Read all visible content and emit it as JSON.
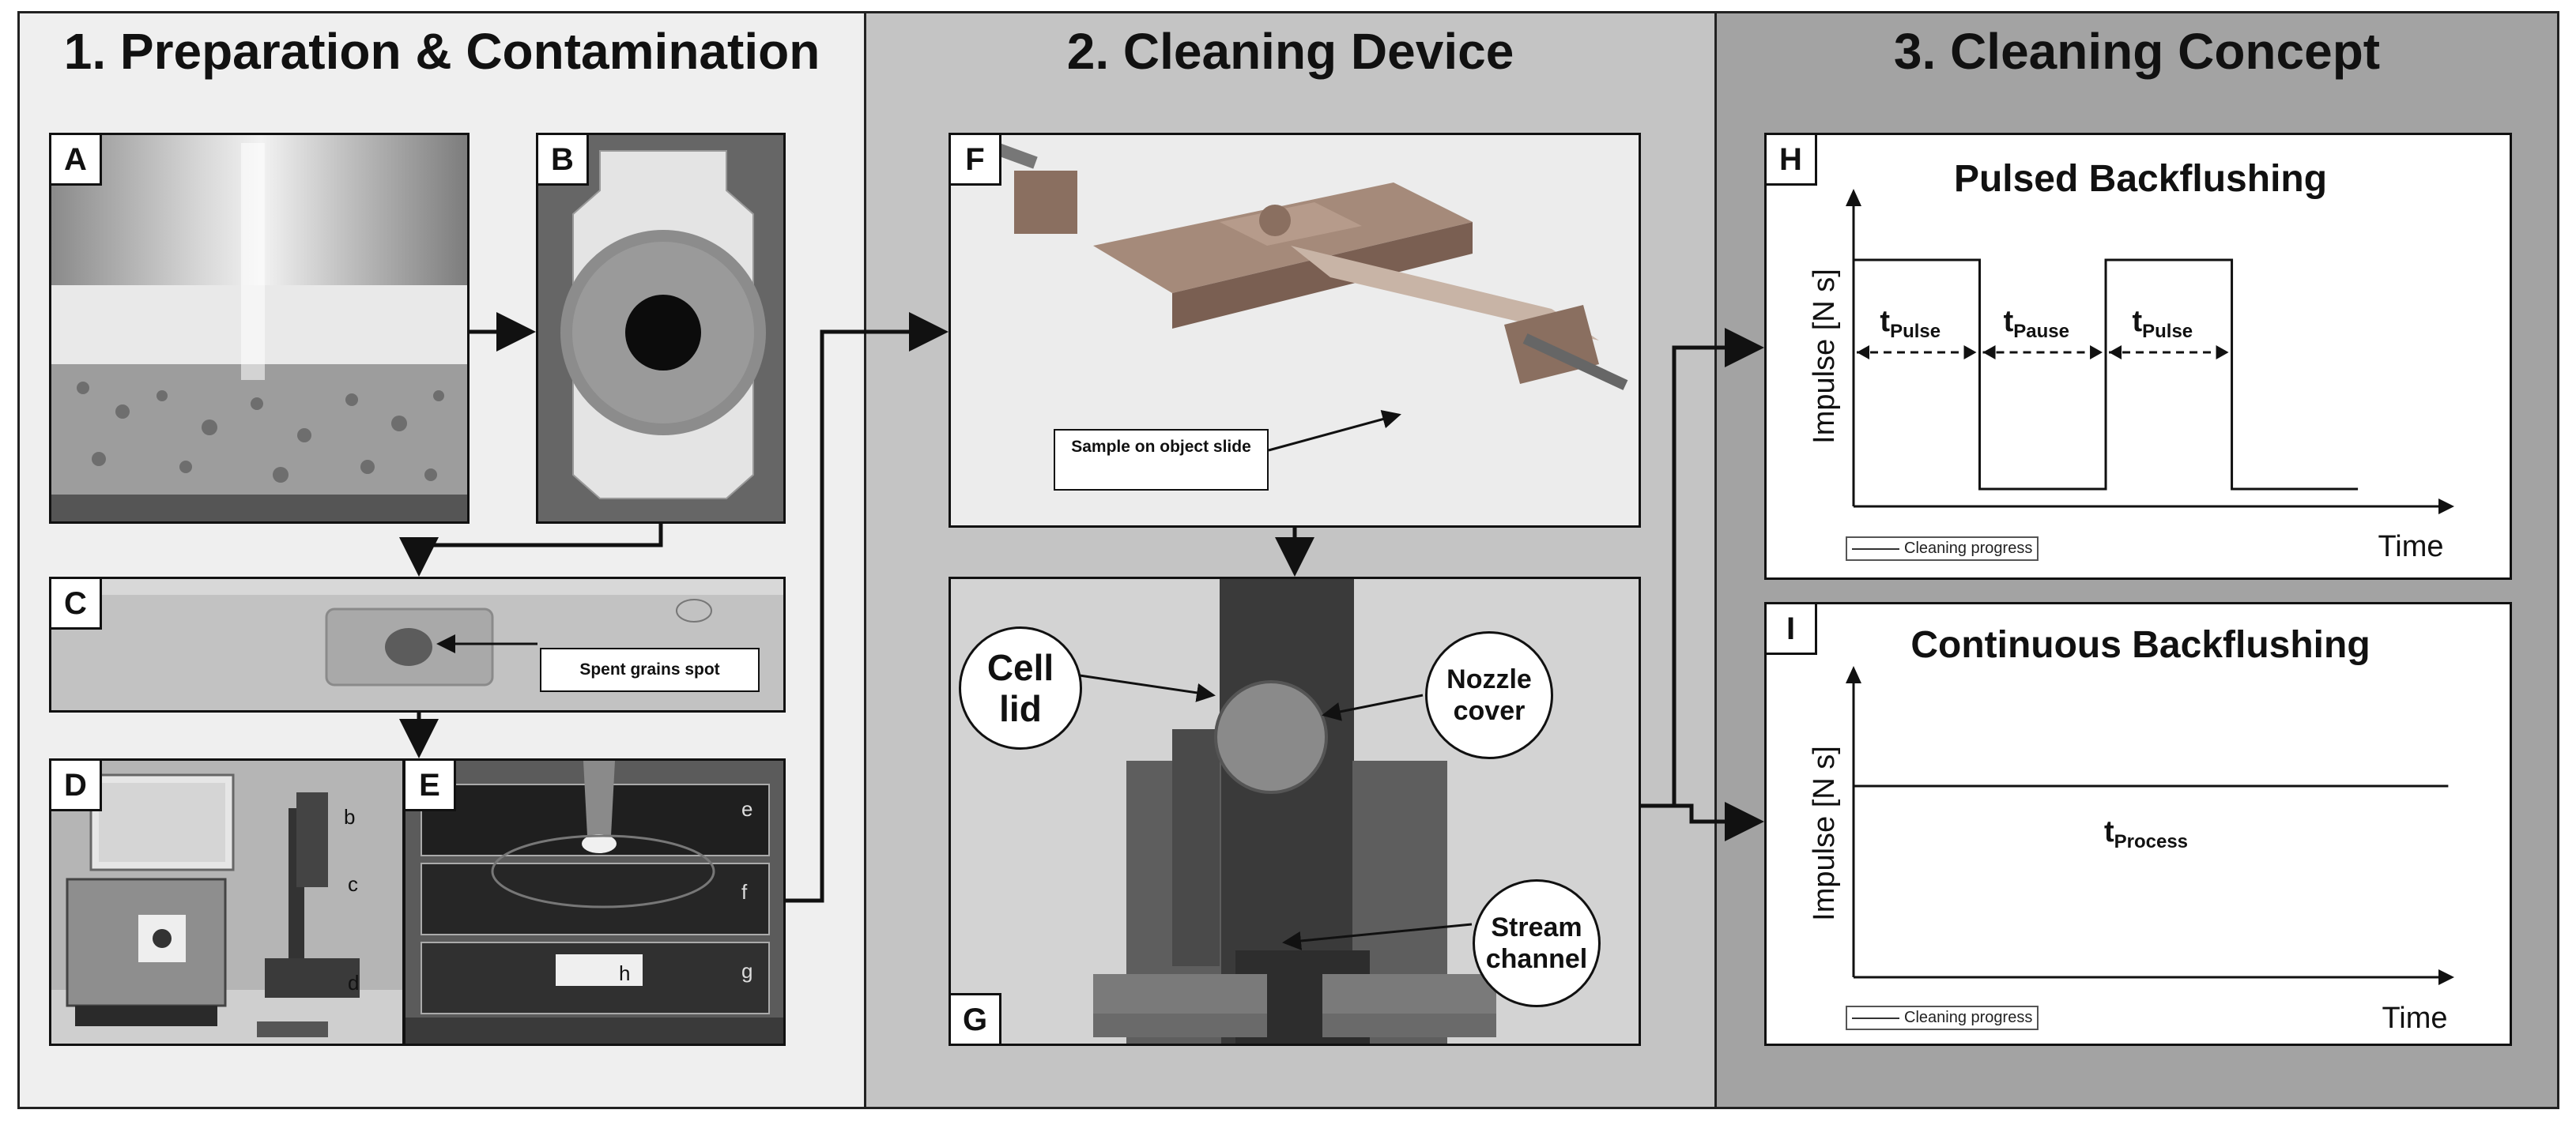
{
  "columns": [
    {
      "title": "1. Preparation & Contamination",
      "bg": "#efefef"
    },
    {
      "title": "2. Cleaning Device",
      "bg": "#c4c4c4"
    },
    {
      "title": "3. Cleaning Concept",
      "bg": "#a3a3a3"
    }
  ],
  "panels": {
    "A": "A",
    "B": "B",
    "C": "C",
    "D": "D",
    "E": "E",
    "F": "F",
    "G": "G",
    "H": "H",
    "I": "I"
  },
  "annotations": {
    "spent_grains": "Spent grains spot",
    "sample_slide": "Sample on object slide",
    "cell_lid": "Cell lid",
    "nozzle_cover": "Nozzle cover",
    "stream_channel": "Stream channel",
    "photo_labels": [
      "b",
      "c",
      "d",
      "e",
      "f",
      "g",
      "h"
    ]
  },
  "chart_data": [
    {
      "type": "line",
      "title": "Pulsed Backflushing",
      "ylabel": "Impulse [N s]",
      "xlabel": "Time",
      "legend": "Cleaning progress",
      "interval_labels": [
        {
          "main": "t",
          "sub": "Pulse"
        },
        {
          "main": "t",
          "sub": "Pause"
        },
        {
          "main": "t",
          "sub": "Pulse"
        }
      ],
      "x": [
        0,
        0,
        1,
        1,
        2,
        2,
        3,
        3,
        4
      ],
      "y": [
        1,
        1,
        1,
        0,
        0,
        1,
        1,
        0,
        0
      ]
    },
    {
      "type": "line",
      "title": "Continuous Backflushing",
      "ylabel": "Impulse [N s]",
      "xlabel": "Time",
      "legend": "Cleaning progress",
      "interval_labels": [
        {
          "main": "t",
          "sub": "Process"
        }
      ],
      "x": [
        0,
        4
      ],
      "y": [
        1,
        1
      ]
    }
  ]
}
